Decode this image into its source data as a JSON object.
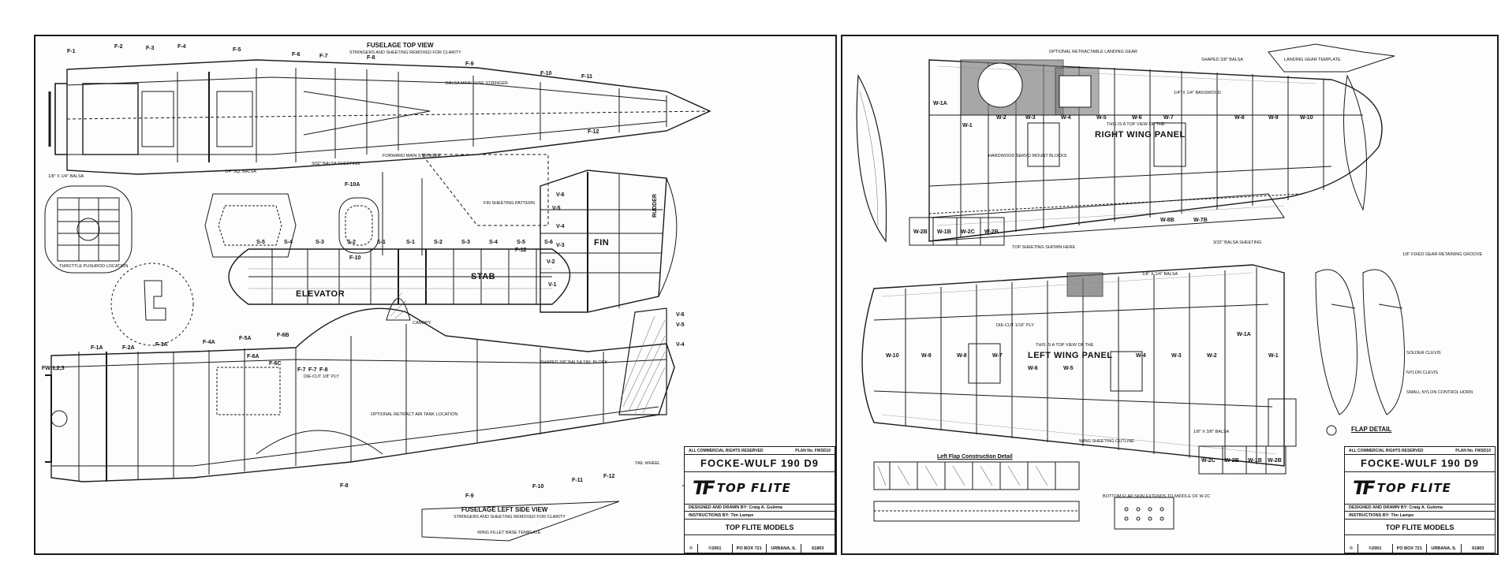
{
  "colors": {
    "ink": "#111111",
    "paper": "#ffffff",
    "hatch": "#555555"
  },
  "left_sheet": {
    "view_titles": {
      "top_view": "FUSELAGE TOP VIEW",
      "top_view_note": "STRINGERS AND SHEETING REMOVED FOR CLARITY",
      "side_view": "FUSELAGE LEFT SIDE VIEW",
      "side_view_note": "STRINGERS AND SHEETING REMOVED FOR CLARITY"
    },
    "parts": {
      "stab": "STAB",
      "elevator": "ELEVATOR",
      "fin": "FIN",
      "rudder": "RUDDER",
      "throttle": "THROTTLE PUSHROD LOCATION",
      "tail_fillet": "WING FILLET BASE TEMPLATE"
    },
    "formers_top": [
      "F-1",
      "F-2",
      "F-3",
      "F-4",
      "F-5",
      "F-6",
      "F-7",
      "F-8",
      "F-9",
      "F-10",
      "F-11",
      "F-12"
    ],
    "formers_side": [
      "F-1A",
      "F-2A",
      "F-3A",
      "F-4A",
      "F-5A",
      "F-6B",
      "F-6A",
      "F-6C",
      "F-8",
      "F-7",
      "F-9",
      "F-10",
      "F-11",
      "F-12",
      "FW-1,2,3"
    ],
    "stab_ribs": [
      "S-5",
      "S-4",
      "S-3",
      "S-2",
      "S-1",
      "S-1",
      "S-2",
      "S-3",
      "S-4",
      "S-5",
      "S-6"
    ],
    "fin_ribs": [
      "V-6",
      "V-5",
      "V-4",
      "V-3",
      "V-2",
      "V-1",
      "F-12",
      "V-6",
      "V-5",
      "V-4"
    ],
    "cockpit_formers": [
      "F-10A",
      "F-10"
    ],
    "side_labels": [
      "F-7",
      "F-8"
    ],
    "notes": [
      "3/32\" BALSA SHEETING",
      "1/8\" X 1/4\" BALSA",
      "1/4\" SQ. BALSA",
      "DIE-CUT 1/8\" PLY",
      "BALSA MAIN FUSE STRINGER",
      "FORWARD MAIN STRINGER",
      "OPTIONAL RETRACT AIR TANK LOCATION",
      "SHAPED 3/8\" BALSA TAIL BLOCK",
      "FIN SHEETING PATTERN",
      "CANOPY",
      "TAIL WHEEL"
    ],
    "title_block": {
      "header": "ALL COMMERCIAL RIGHTS RESERVED",
      "plan_no": "PLAN No. FWSD10",
      "title": "FOCKE-WULF 190 D9",
      "designer": "DESIGNED AND DRAWN BY: Craig A. Gulema",
      "instructions": "INSTRUCTIONS BY: Tim Lampe",
      "brand": "TOP FLITE",
      "company": "TOP FLITE MODELS",
      "foot": [
        "©",
        "©2001",
        "PO BOX 721",
        "URBANA, IL",
        "61803"
      ]
    }
  },
  "right_sheet": {
    "panel_titles": {
      "right": "RIGHT WING PANEL",
      "right_note": "THIS IS A TOP VIEW OF THE",
      "left": "LEFT WING PANEL",
      "left_note": "THIS IS A TOP VIEW OF THE",
      "flap_detail": "FLAP DETAIL",
      "flap_construction": "Left Flap Construction Detail"
    },
    "ribs_top": [
      "W-1A",
      "W-1",
      "W-2",
      "W-3",
      "W-4",
      "W-5",
      "W-6",
      "W-7",
      "W-8",
      "W-9",
      "W-10"
    ],
    "ribs_top_tail": [
      "W-2B",
      "W-1B",
      "W-2C",
      "W-2B",
      "W-7B",
      "W-8B"
    ],
    "ribs_bottom": [
      "W-10",
      "W-9",
      "W-8",
      "W-7",
      "W-6",
      "W-5",
      "W-4",
      "W-3",
      "W-2",
      "W-1A",
      "W-1"
    ],
    "ribs_bottom_tail": [
      "W-2C",
      "W-2B",
      "W-1B",
      "W-2B"
    ],
    "notes": [
      "OPTIONAL RETRACTABLE LANDING GEAR",
      "LANDING GEAR TEMPLATE",
      "SHAPED 3/8\" BALSA",
      "1/4\" X 1/4\" BASSWOOD",
      "3/32\" BALSA SHEETING",
      "1/8\" X 1/4\" BALSA",
      "DIE-CUT 1/16\" PLY",
      "HARDWOOD SERVO MOUNT BLOCKS",
      "WING SHEETING OUTLINE",
      "TOP SHEETING SHOWN HERE",
      "BOTTOM FLAP SKIN EXTENDS TO MIDDLE OF W-2C",
      "1/8\" FIXED GEAR RETAINING GROOVE",
      "SOLDER CLEVIS",
      "NYLON CLEVIS",
      "SMALL NYLON CONTROL HORN",
      "1/8\" X 3/8\" BALSA"
    ],
    "title_block": {
      "header": "ALL COMMERCIAL RIGHTS RESERVED",
      "plan_no": "PLAN No. FWSD10",
      "title": "FOCKE-WULF 190 D9",
      "designer": "DESIGNED AND DRAWN BY: Craig A. Gulema",
      "instructions": "INSTRUCTIONS BY: Tim Lampe",
      "brand": "TOP FLITE",
      "company": "TOP FLITE MODELS",
      "foot": [
        "©",
        "©2001",
        "PO BOX 721",
        "URBANA, IL",
        "61803"
      ]
    }
  }
}
